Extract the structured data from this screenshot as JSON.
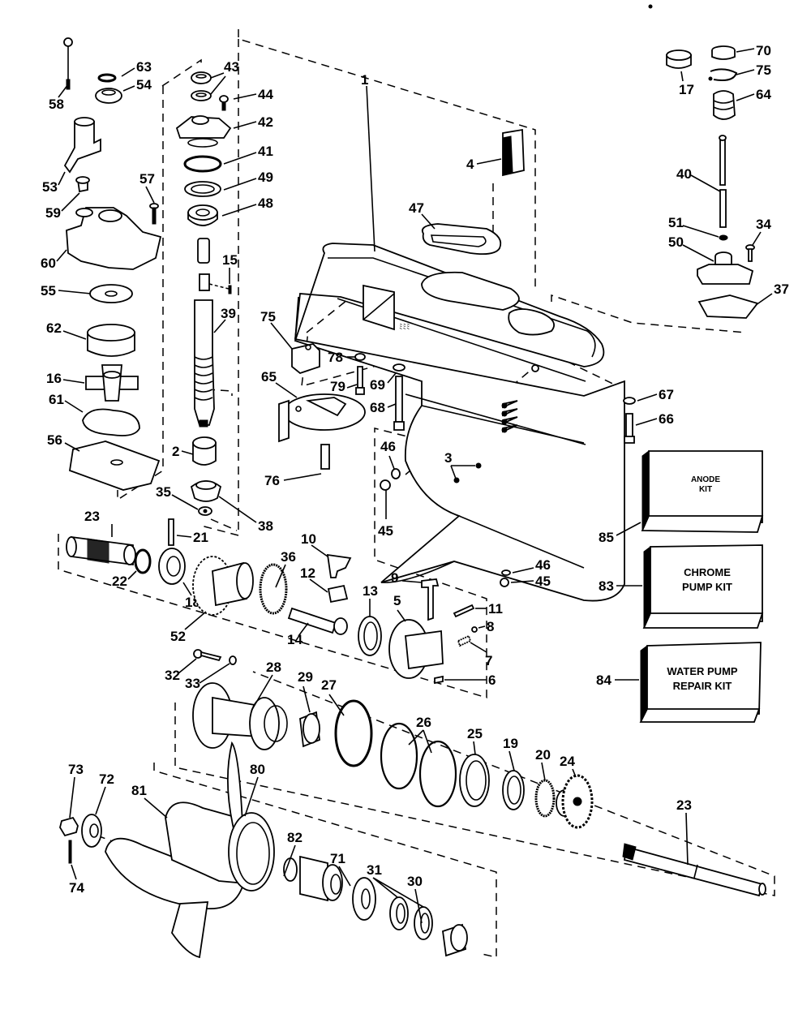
{
  "diagram": {
    "title": "Gearcase exploded parts diagram",
    "callouts": {
      "c1": "1",
      "c2": "2",
      "c3": "3",
      "c4": "4",
      "c5": "5",
      "c6": "6",
      "c7": "7",
      "c8": "8",
      "c9": "9",
      "c10": "10",
      "c11": "11",
      "c12": "12",
      "c13": "13",
      "c14": "14",
      "c15": "15",
      "c16": "16",
      "c17": "17",
      "c18": "18",
      "c19": "19",
      "c20": "20",
      "c21": "21",
      "c22": "22",
      "c23a": "23",
      "c23b": "23",
      "c24": "24",
      "c25": "25",
      "c26": "26",
      "c27": "27",
      "c28": "28",
      "c29": "29",
      "c30": "30",
      "c31": "31",
      "c32": "32",
      "c33": "33",
      "c34": "34",
      "c35": "35",
      "c36": "36",
      "c37": "37",
      "c38": "38",
      "c39": "39",
      "c40": "40",
      "c41": "41",
      "c42": "42",
      "c43": "43",
      "c44": "44",
      "c45a": "45",
      "c45b": "45",
      "c46a": "46",
      "c46b": "46",
      "c47": "47",
      "c48": "48",
      "c49": "49",
      "c50": "50",
      "c51": "51",
      "c52": "52",
      "c53": "53",
      "c54": "54",
      "c55": "55",
      "c56": "56",
      "c57": "57",
      "c58": "58",
      "c59": "59",
      "c60": "60",
      "c61": "61",
      "c62": "62",
      "c63": "63",
      "c64": "64",
      "c65": "65",
      "c66": "66",
      "c67": "67",
      "c68": "68",
      "c69": "69",
      "c70": "70",
      "c71": "71",
      "c72": "72",
      "c73": "73",
      "c74": "74",
      "c75a": "75",
      "c75b": "75",
      "c76": "76",
      "c78": "78",
      "c79": "79",
      "c80": "80",
      "c81": "81",
      "c82": "82",
      "c83": "83",
      "c84": "84",
      "c85": "85"
    },
    "kits": {
      "anode": {
        "line1": "ANODE",
        "line2": "KIT"
      },
      "chrome": {
        "line1": "CHROME",
        "line2": "PUMP KIT"
      },
      "water": {
        "line1": "WATER PUMP",
        "line2": "REPAIR KIT"
      }
    }
  }
}
